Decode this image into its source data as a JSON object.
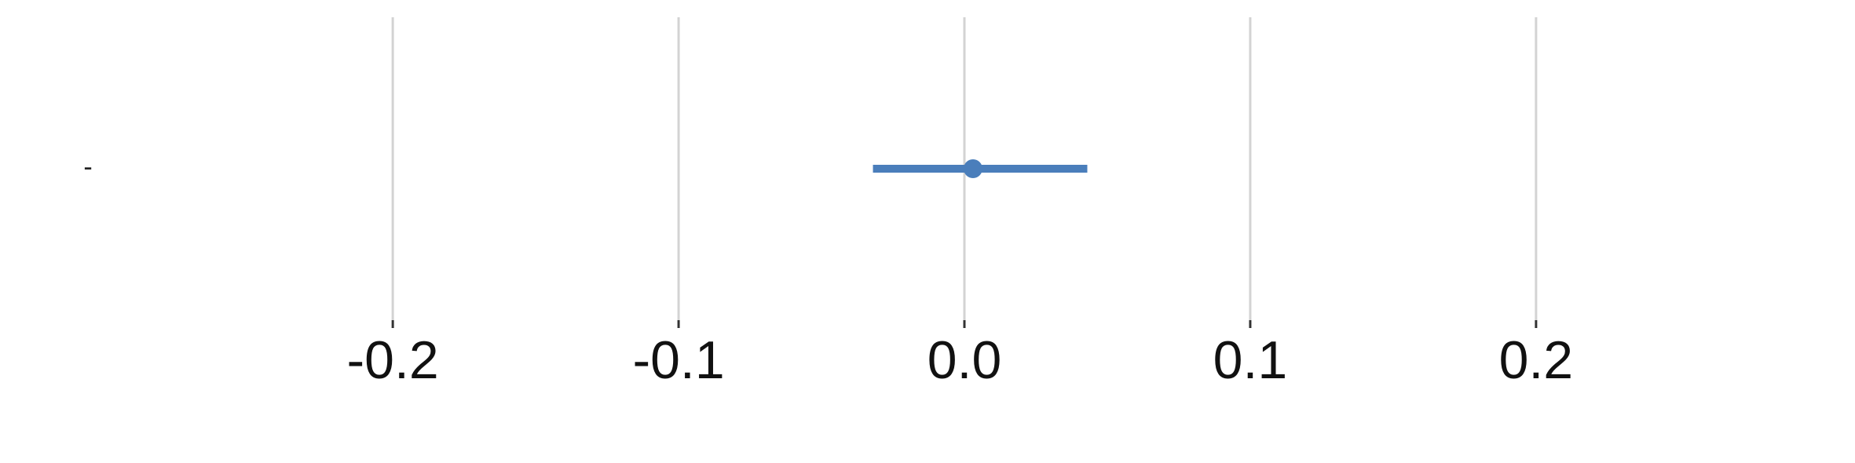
{
  "chart_data": {
    "type": "scatter",
    "subtype": "point-range",
    "title": "",
    "xlabel": "",
    "ylabel": "",
    "xlim": [
      -0.305,
      0.305
    ],
    "x_ticks": [
      -0.2,
      -0.1,
      0.0,
      0.1,
      0.2
    ],
    "x_tick_labels": [
      "-0.2",
      "-0.1",
      "0.0",
      "0.1",
      "0.2"
    ],
    "grid": "vertical major gridlines",
    "legend": "none",
    "colors": {
      "point": "#4a7ebb",
      "grid": "#d3d3d3",
      "tick": "#333333"
    },
    "categories": [
      "-"
    ],
    "points": [
      {
        "category": "-",
        "estimate": 0.003,
        "low": -0.032,
        "high": 0.043
      }
    ]
  }
}
